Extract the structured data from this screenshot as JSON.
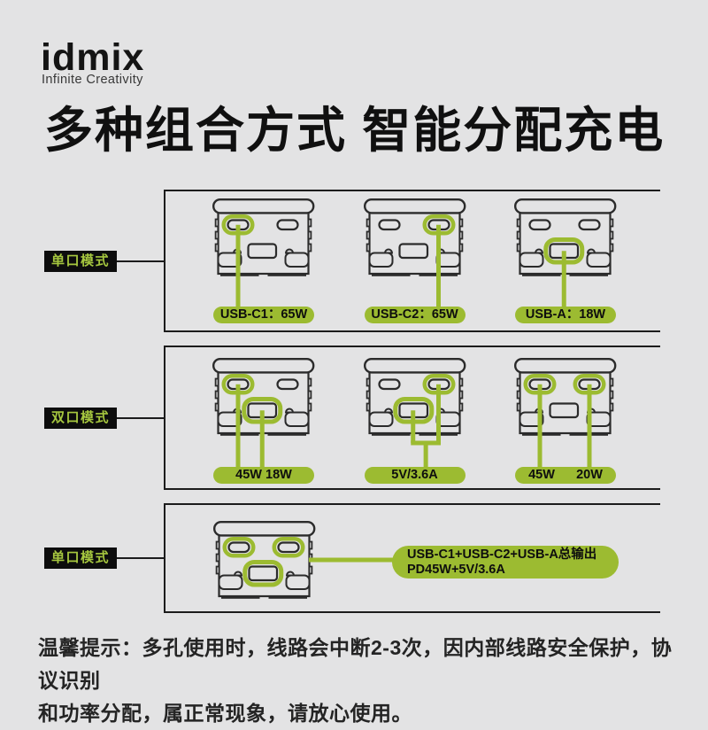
{
  "brand": {
    "logo_text": "idmix",
    "tagline": "Infinite Creativity"
  },
  "heading": "多种组合方式 智能分配充电",
  "colors": {
    "background": "#e3e3e4",
    "ink": "#1c1c1c",
    "outline": "#2b2b2b",
    "green": "#9cbb31",
    "tag_text_green": "#a6c73f"
  },
  "rows": [
    {
      "mode_label": "单口模式",
      "chargers": [
        {
          "highlighted_ports": [
            "c1"
          ],
          "connector": "direct",
          "line_ports": [
            "c1"
          ],
          "output_label": "USB-C1：65W"
        },
        {
          "highlighted_ports": [
            "c2"
          ],
          "connector": "direct",
          "line_ports": [
            "c2"
          ],
          "output_label": "USB-C2：65W"
        },
        {
          "highlighted_ports": [
            "a"
          ],
          "connector": "direct",
          "line_ports": [
            "a"
          ],
          "output_label": "USB-A：18W"
        }
      ]
    },
    {
      "mode_label": "双口模式",
      "chargers": [
        {
          "highlighted_ports": [
            "c1",
            "a"
          ],
          "connector": "direct",
          "line_ports": [
            "c1",
            "a"
          ],
          "output_label": "45W 18W"
        },
        {
          "highlighted_ports": [
            "c2",
            "a"
          ],
          "connector": "merge",
          "line_ports": [
            "a",
            "c2"
          ],
          "output_label": "5V/3.6A"
        },
        {
          "highlighted_ports": [
            "c1",
            "c2"
          ],
          "connector": "direct",
          "line_ports": [
            "c1",
            "c2"
          ],
          "output_label": "45W      20W"
        }
      ]
    },
    {
      "mode_label": "单口模式",
      "chargers": [
        {
          "highlighted_ports": [
            "c1",
            "c2",
            "a"
          ],
          "connector": "side",
          "line_ports": [],
          "output_label_lines": [
            "USB-C1+USB-C2+USB-A总输出",
            "PD45W+5V/3.6A"
          ]
        }
      ]
    }
  ],
  "tip_lines": [
    "温馨提示：多孔使用时，线路会中断2-3次，因内部线路安全保护，协议识别",
    "和功率分配，属正常现象，请放心使用。"
  ]
}
